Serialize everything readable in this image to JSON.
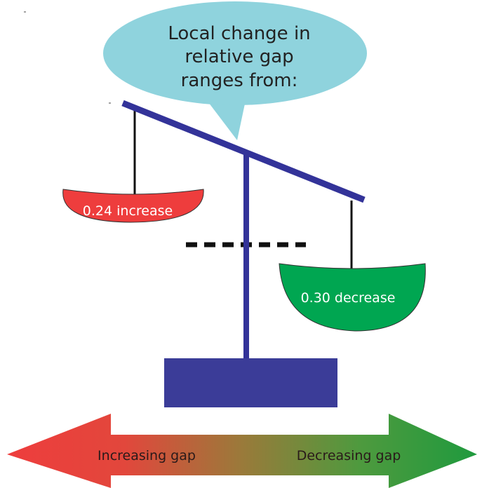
{
  "bubble": {
    "lines": [
      "Local change in",
      "relative gap",
      "ranges from:"
    ],
    "color": "#8fd3dd"
  },
  "scale": {
    "beam_color": "#333399",
    "base_color": "#3b3c98",
    "left_pan": {
      "label": "0.24 increase",
      "color": "#ee3d3d"
    },
    "right_pan": {
      "label": "0.30 decrease",
      "color": "#00a651"
    }
  },
  "arrow": {
    "left_label": "Increasing gap",
    "right_label": "Decreasing gap",
    "left_color": "#ee3d3d",
    "right_color": "#1f9a3e"
  }
}
